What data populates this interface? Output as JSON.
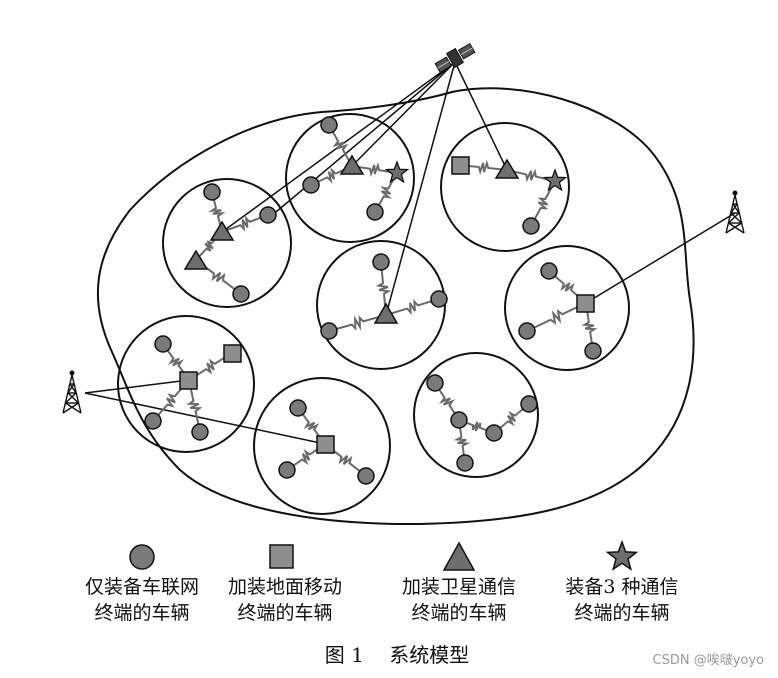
{
  "legend": [
    {
      "shape": "circle",
      "line1": "仅装备车联网",
      "line2": "终端的车辆"
    },
    {
      "shape": "square",
      "line1": "加装地面移动",
      "line2": "终端的车辆"
    },
    {
      "shape": "triangle",
      "line1": "加装卫星通信",
      "line2": "终端的车辆"
    },
    {
      "shape": "star",
      "line1": "装备3 种通信",
      "line2": "终端的车辆"
    }
  ],
  "caption": "图 1    系统模型",
  "watermark": "CSDN @唉啵yoyo",
  "colors": {
    "line": "#111111",
    "node_fill": "#7a7a7a",
    "square_fill": "#8e8e8e",
    "zigzag": "#6a6a6a"
  }
}
